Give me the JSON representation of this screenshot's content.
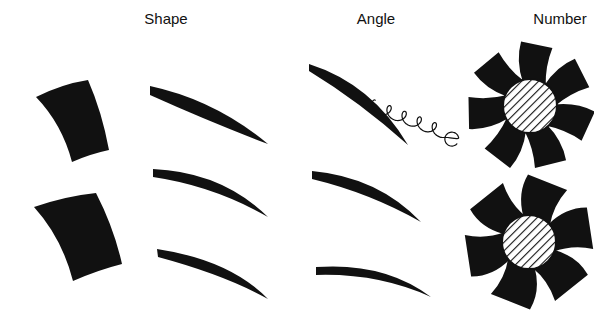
{
  "diagram": {
    "labels": [
      "Shape",
      "Angle",
      "Number"
    ]
  }
}
